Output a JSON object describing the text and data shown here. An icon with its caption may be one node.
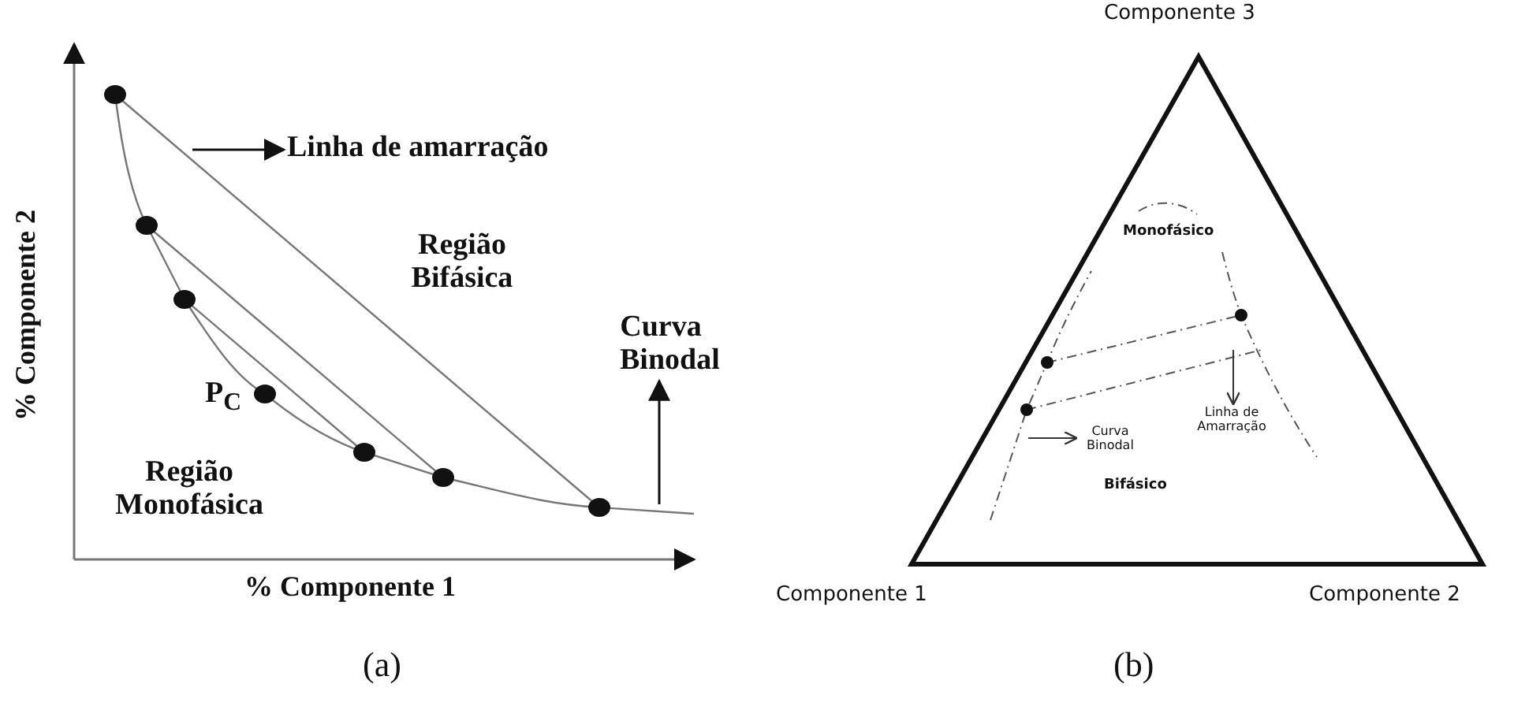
{
  "diagram": {
    "nodes": [
      {
        "text": [
          "Linha de amarração"
        ]
      },
      {
        "text": [
          "Curva Binodal"
        ]
      },
      {
        "text": [
          "Curva Binodal"
        ]
      },
      {
        "text": [
          "Linha de Amarração"
        ]
      }
    ],
    "edges": [
      {
        "from": null,
        "to": 0,
        "arrow": "to"
      },
      {
        "from": null,
        "to": 1,
        "arrow": "to"
      },
      {
        "from": null,
        "to": 2,
        "arrow": "to"
      },
      {
        "from": null,
        "to": 3,
        "arrow": "to"
      }
    ],
    "labels": [
      "Componente 3",
      "% Componente 2",
      "Região Bifásica",
      "Monofásico",
      "P$_{C}$",
      "Região Monofásica",
      "Bifásico",
      "% Componente 1",
      "Componente 1",
      "Componente 2",
      "(a)",
      "(b)"
    ]
  }
}
